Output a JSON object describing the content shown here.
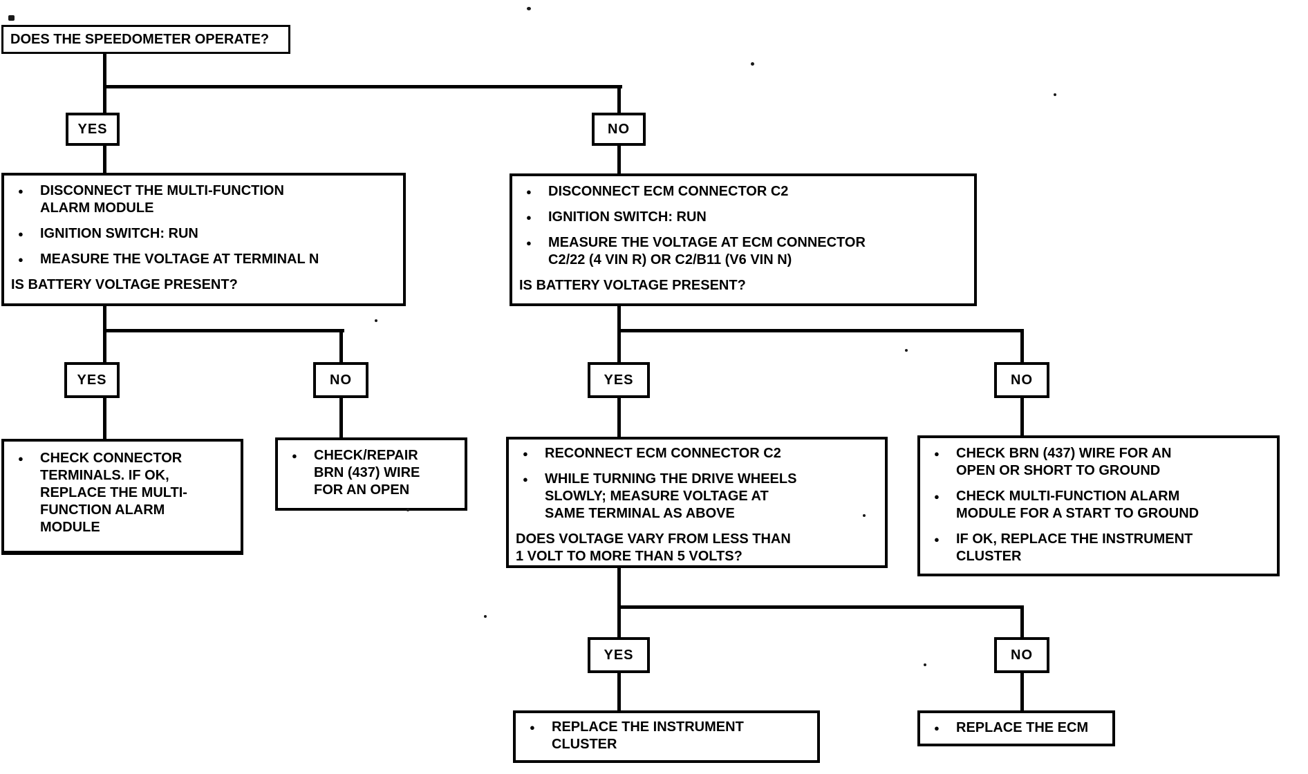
{
  "diagram": {
    "bullet_glyph": "●",
    "yes_label": "YES",
    "no_label": "NO",
    "ink_color": "#000000",
    "paper_color": "#ffffff",
    "root": {
      "question": "DOES THE SPEEDOMETER OPERATE?"
    },
    "speedo_yes_check": {
      "bullets": [
        "DISCONNECT THE MULTI-FUNCTION ALARM MODULE",
        "IGNITION SWITCH: RUN",
        "MEASURE THE VOLTAGE AT TERMINAL N"
      ],
      "question": "IS BATTERY VOLTAGE PRESENT?"
    },
    "speedo_no_check": {
      "bullets": [
        "DISCONNECT ECM CONNECTOR C2",
        "IGNITION SWITCH: RUN",
        "MEASURE THE VOLTAGE AT ECM CONNECTOR C2/22 (4 VIN R) OR C2/B11 (V6 VIN N)"
      ],
      "question": "IS BATTERY VOLTAGE PRESENT?"
    },
    "battery_yes_result": {
      "bullets": [
        "CHECK CONNECTOR TERMINALS. IF OK, REPLACE THE MULTI-FUNCTION ALARM MODULE"
      ]
    },
    "battery_no_result": {
      "bullets": [
        "CHECK/REPAIR BRN (437) WIRE FOR AN OPEN"
      ]
    },
    "voltage_vary_check": {
      "bullets": [
        "RECONNECT ECM CONNECTOR C2",
        "WHILE TURNING THE DRIVE WHEELS SLOWLY; MEASURE VOLTAGE AT SAME TERMINAL AS ABOVE"
      ],
      "question": "DOES VOLTAGE VARY FROM LESS THAN 1 VOLT TO MORE THAN 5 VOLTS?"
    },
    "battery_no_right_result": {
      "bullets": [
        "CHECK BRN (437) WIRE FOR AN OPEN OR SHORT TO GROUND",
        "CHECK MULTI-FUNCTION ALARM MODULE FOR A START TO GROUND",
        "IF OK, REPLACE THE INSTRUMENT CLUSTER"
      ]
    },
    "vary_yes_result": {
      "bullets": [
        "REPLACE THE INSTRUMENT CLUSTER"
      ]
    },
    "vary_no_result": {
      "bullets": [
        "REPLACE THE ECM"
      ]
    }
  }
}
